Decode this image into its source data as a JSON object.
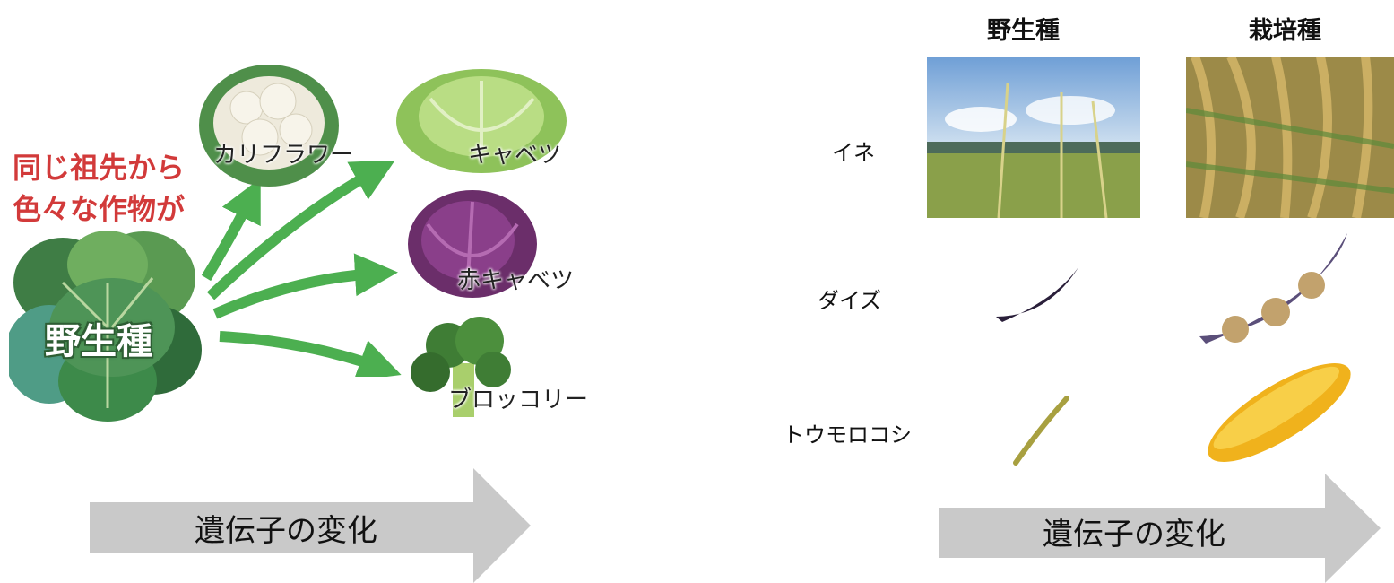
{
  "left_panel": {
    "tagline_line1": "同じ祖先から",
    "tagline_line2": "色々な作物が",
    "wild_label": "野生種",
    "crops": {
      "cauliflower": "カリフラワー",
      "cabbage": "キャベツ",
      "red_cabbage": "赤キャベツ",
      "broccoli": "ブロッコリー"
    },
    "arrow_label": "遺伝子の変化"
  },
  "right_panel": {
    "columns": [
      "野生種",
      "栽培種"
    ],
    "rows": [
      "イネ",
      "ダイズ",
      "トウモロコシ"
    ],
    "arrow_label": "遺伝子の変化"
  },
  "colors": {
    "tagline_red": "#d23a3a",
    "arrow_green": "#4caf50",
    "arrow_grey": "#c9c9c9"
  }
}
